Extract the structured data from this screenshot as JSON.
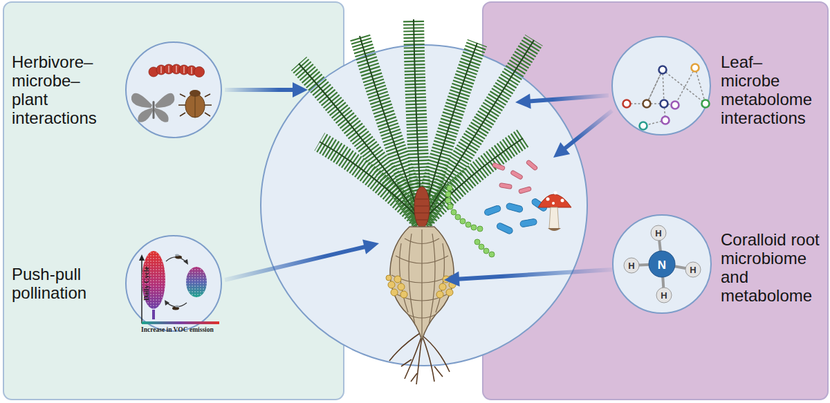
{
  "diagram": {
    "nodes": [
      {
        "text": [
          "Herbivore–microbe–plant interactions"
        ]
      },
      {
        "text": [
          "Push-pull pollination"
        ]
      },
      {
        "text": [
          "Leaf–microbe metabolome interactions"
        ]
      },
      {
        "text": [
          "Coralloid root microbiome and metabolome"
        ]
      }
    ],
    "labels": [
      "Daily Cycle",
      "Increase in VOC emission",
      "H",
      "H",
      "H",
      "H",
      "N"
    ]
  }
}
